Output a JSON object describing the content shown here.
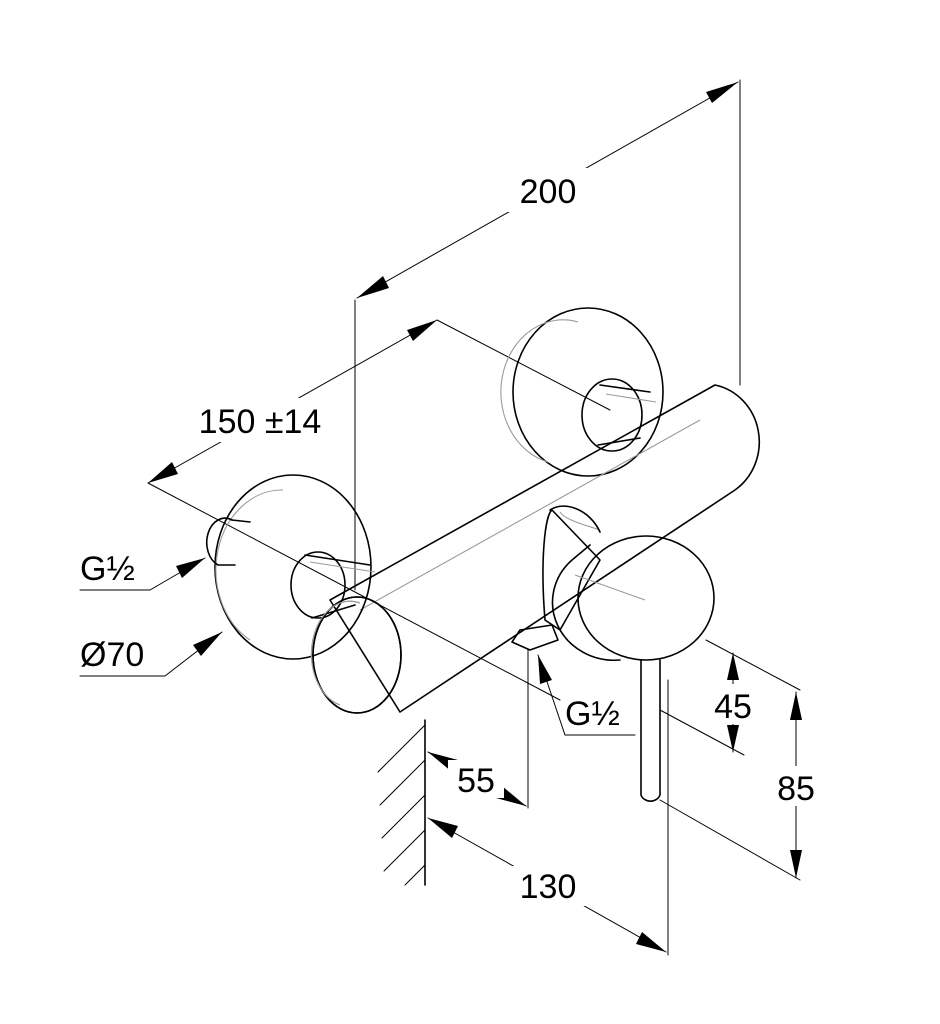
{
  "dimensions": {
    "overall_width": "200",
    "inlet_spacing": "150 ±14",
    "left_thread": "G½",
    "flange_diameter": "Ø70",
    "outlet_thread": "G½",
    "handle_offset": "45",
    "height": "85",
    "outlet_projection": "55",
    "depth": "130"
  }
}
